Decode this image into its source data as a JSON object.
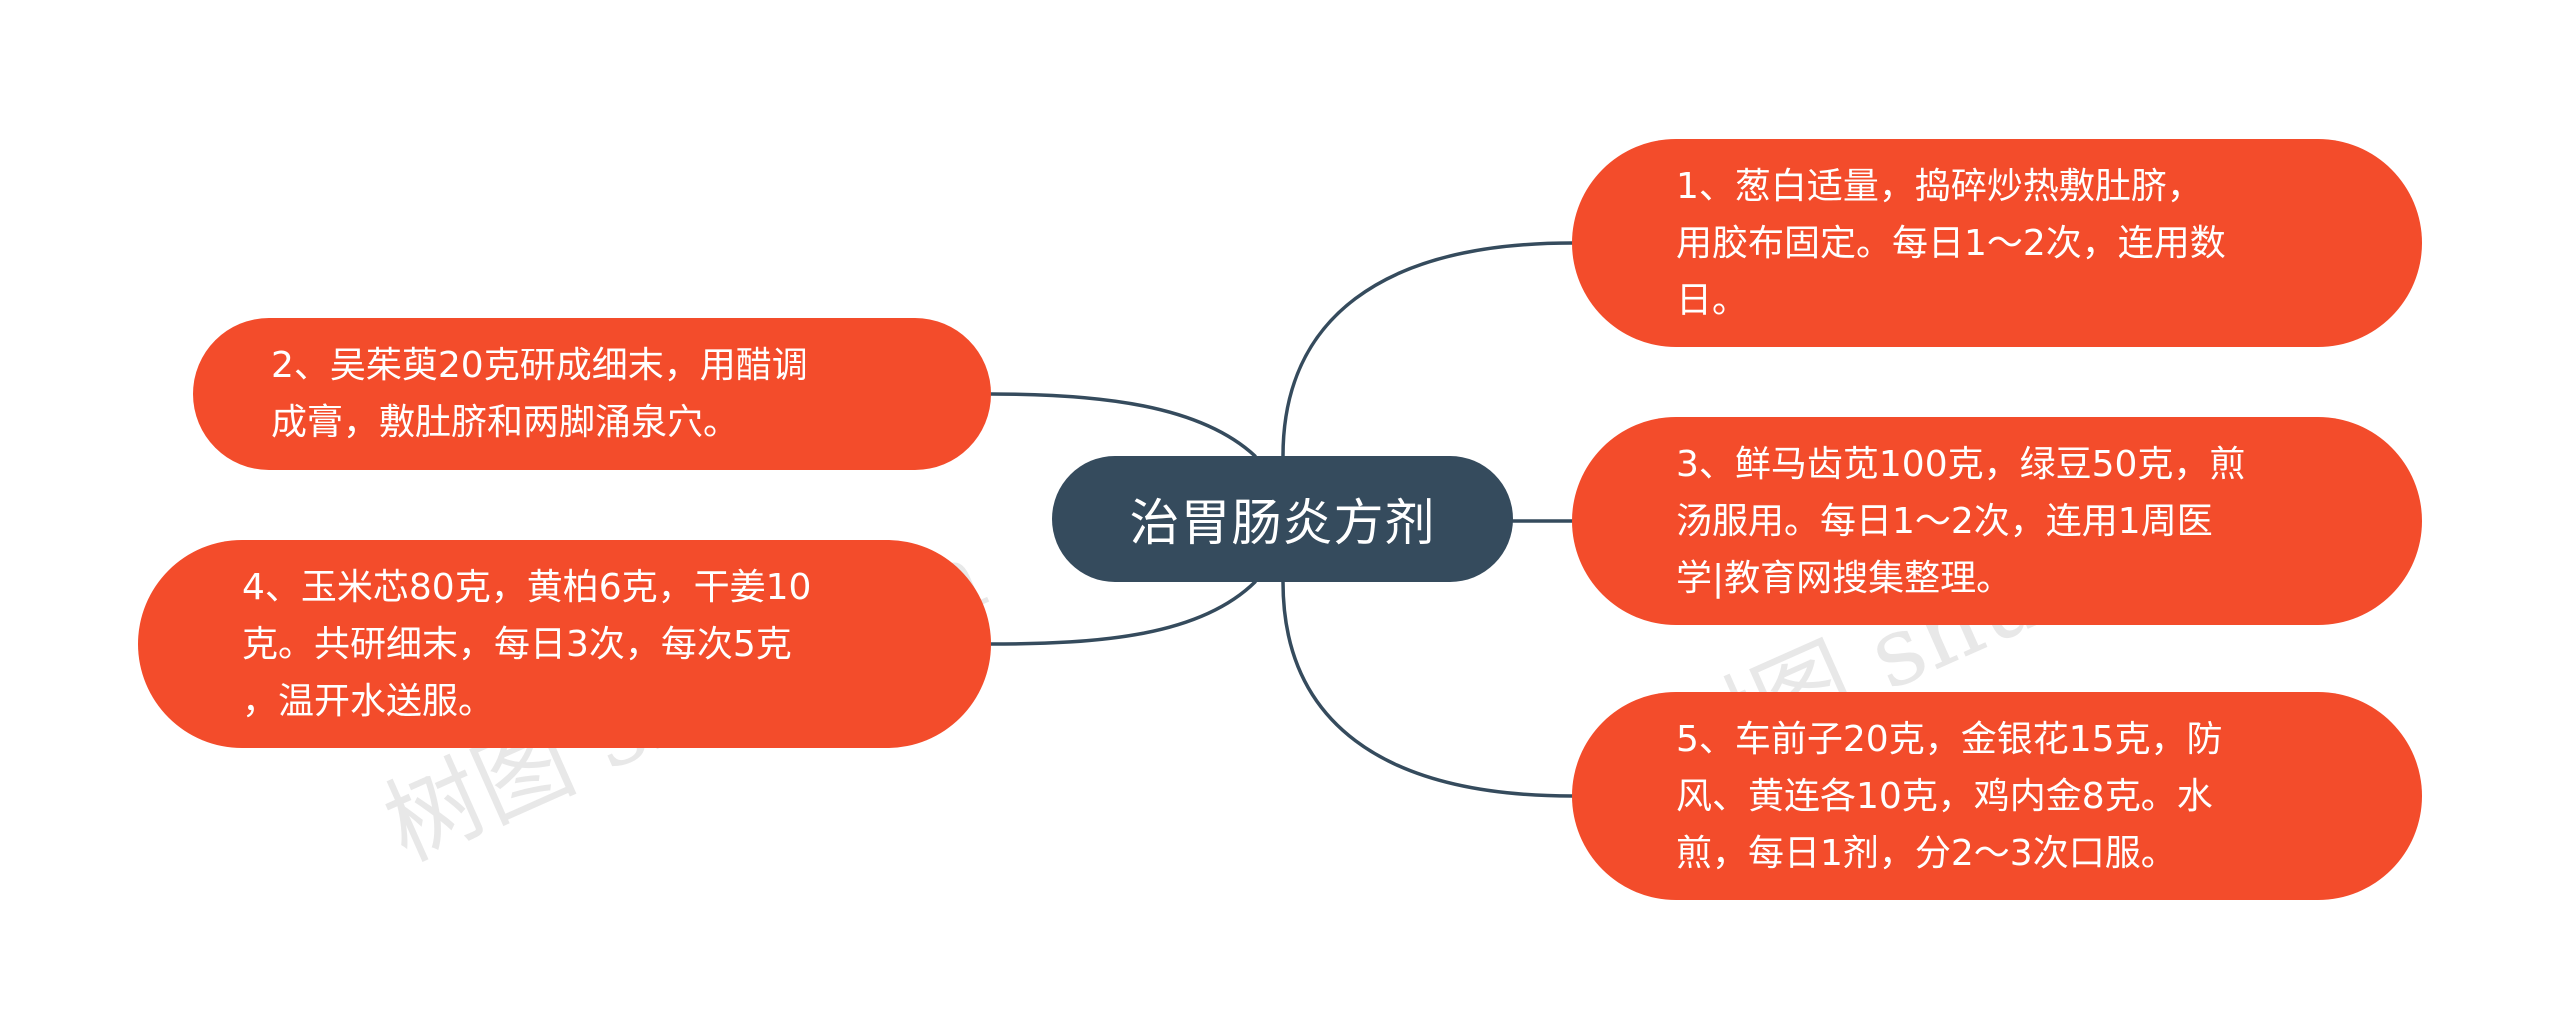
{
  "colors": {
    "central_fill": "#354B5D",
    "branch_fill": "#F34C2B",
    "connector": "#354B5D",
    "text": "#FFFFFF"
  },
  "central": {
    "label": "治胃肠炎方剂"
  },
  "branches": [
    {
      "label": "1、葱白适量，捣碎炒热敷肚脐，\n用胶布固定。每日1～2次，连用数\n日。"
    },
    {
      "label": "3、鲜马齿苋100克，绿豆50克，煎\n汤服用。每日1～2次，连用1周医\n学|教育网搜集整理。"
    },
    {
      "label": "5、车前子20克，金银花15克，防\n风、黄连各10克，鸡内金8克。水\n煎，每日1剂，分2～3次口服。"
    },
    {
      "label": "2、吴茱萸20克研成细末，用醋调\n成膏，敷肚脐和两脚涌泉穴。"
    },
    {
      "label": "4、玉米芯80克，黄柏6克，干姜10\n克。共研细末，每日3次，每次5克\n，温开水送服。"
    }
  ],
  "watermark": {
    "text_left": "树图 shutu.cn",
    "text_right": "树图 shutu.cn"
  }
}
